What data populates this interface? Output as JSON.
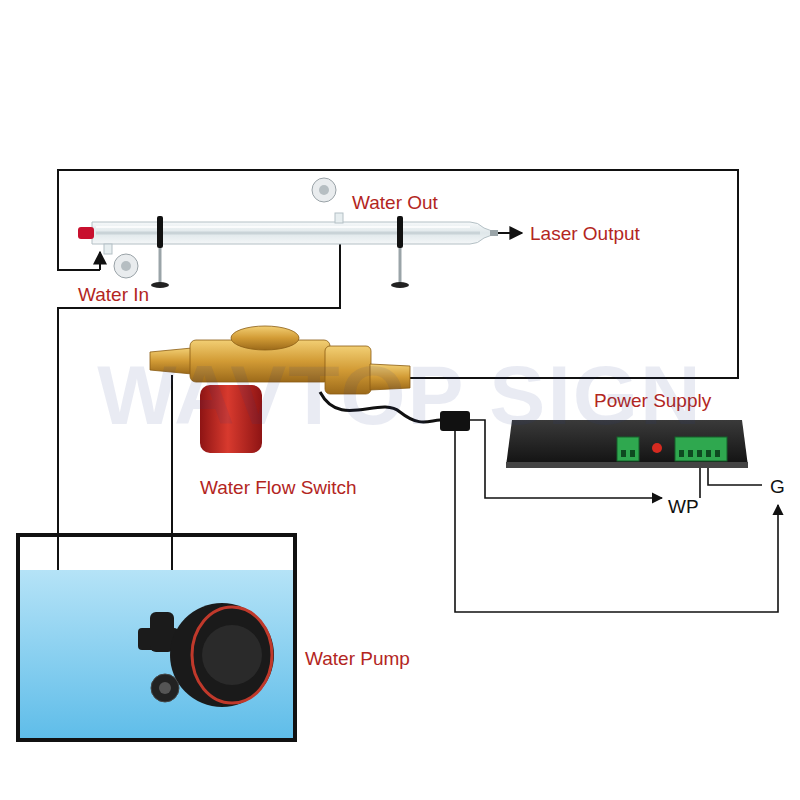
{
  "diagram": {
    "labels": [
      "Water Out",
      "Laser Output",
      "Water In",
      "Power Supply",
      "Water Flow Switch",
      "WP",
      "G",
      "Water Pump",
      "WAVTOP SIGN"
    ]
  }
}
